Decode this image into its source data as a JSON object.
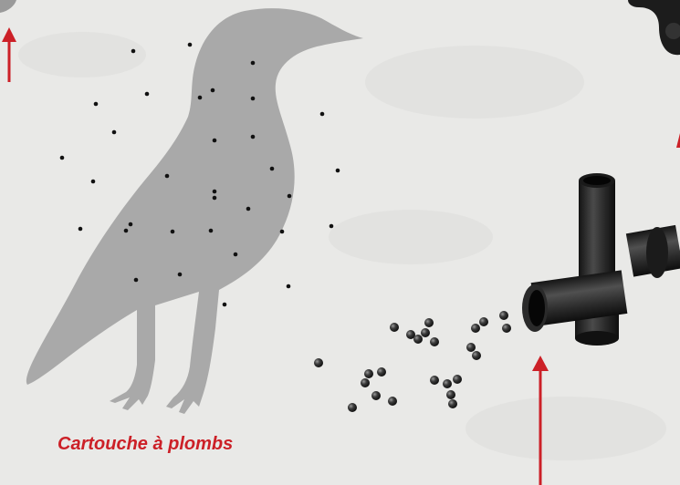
{
  "caption": "Cartouche à plombs",
  "colors": {
    "background": "#e9e9e7",
    "bird_silhouette": "#a9a9a9",
    "shot_dot": "#111111",
    "arrow": "#cc2027",
    "caption": "#cc2027",
    "shell_tube": "#2a2a2a"
  },
  "illustration": {
    "subject": "bird-silhouette-with-shot-pattern",
    "items": [
      "bird",
      "shot-pattern",
      "lead-pellets",
      "shotgun-shells",
      "pointer-arrows"
    ]
  }
}
